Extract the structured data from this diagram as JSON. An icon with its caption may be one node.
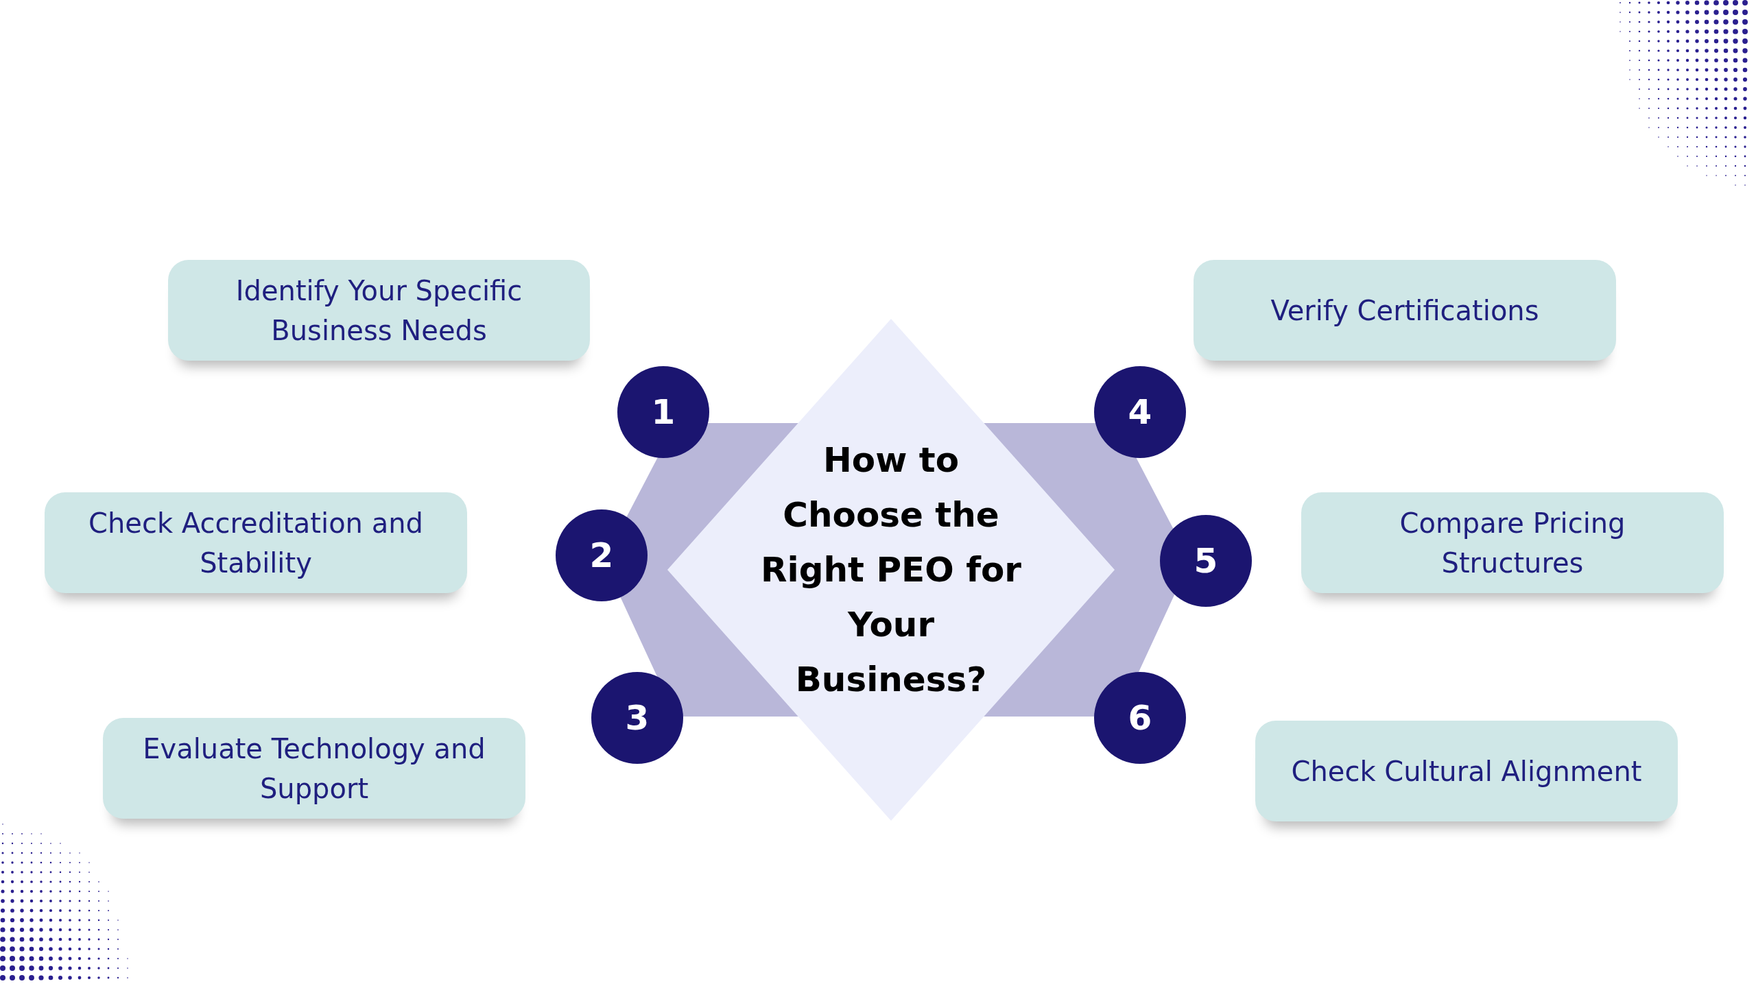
{
  "diagram": {
    "nodes": [
      {
        "text": [
          "How to Choose the Right PEO for Your Business?"
        ]
      },
      {
        "text": [
          "1"
        ]
      },
      {
        "text": [
          "2"
        ]
      },
      {
        "text": [
          "3"
        ]
      },
      {
        "text": [
          "4"
        ]
      },
      {
        "text": [
          "5"
        ]
      },
      {
        "text": [
          "6"
        ]
      },
      {
        "text": [
          "Identify Your Specific Business Needs"
        ]
      },
      {
        "text": [
          "Check Accreditation and Stability"
        ]
      },
      {
        "text": [
          "Evaluate Technology and Support"
        ]
      },
      {
        "text": [
          "Verify Certifications"
        ]
      },
      {
        "text": [
          "Compare Pricing Structures"
        ]
      },
      {
        "text": [
          "Check Cultural Alignment"
        ]
      }
    ]
  }
}
